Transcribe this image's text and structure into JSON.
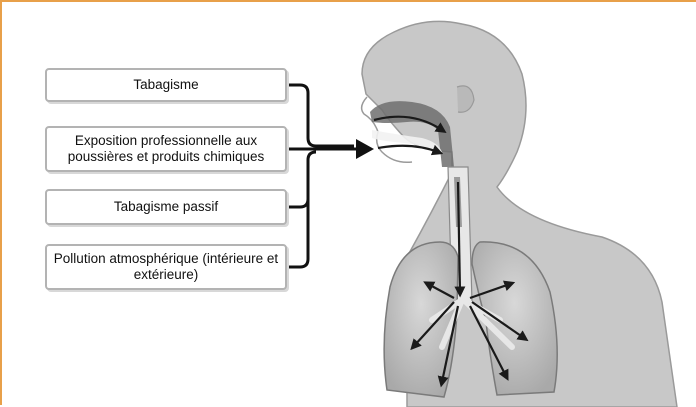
{
  "diagram": {
    "accent_color": "#e8a04a",
    "factors": [
      {
        "label": "Tabagisme"
      },
      {
        "label": "Exposition professionnelle aux poussières et produits chimiques"
      },
      {
        "label": "Tabagisme passif"
      },
      {
        "label": "Pollution atmosphérique (intérieure et extérieure)"
      }
    ]
  }
}
